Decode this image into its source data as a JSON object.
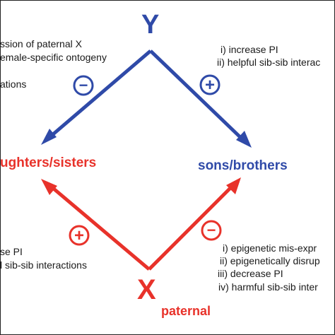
{
  "nodes": {
    "top": "Y",
    "bottom": "X",
    "bottom_subscript": "paternal",
    "left": "ughters/sisters",
    "right": "sons/brothers"
  },
  "signs": {
    "y_to_left": "−",
    "y_to_right": "+",
    "x_to_left": "+",
    "x_to_right": "−"
  },
  "annotations": {
    "y_left": [
      "ssion of paternal X",
      "emale-specific ontogeny",
      "ations"
    ],
    "y_right": [
      "i) increase PI",
      "ii) helpful sib-sib interac"
    ],
    "x_left": [
      "se PI",
      "l sib-sib interactions"
    ],
    "x_right": [
      "i)  epigenetic mis-expr",
      "ii)  epigenetically disrup",
      "iii)  decrease PI",
      "iv)  harmful sib-sib inter"
    ]
  },
  "colors": {
    "blue": "#2f4aa8",
    "red": "#e8322a",
    "text": "#1a1a1a"
  }
}
